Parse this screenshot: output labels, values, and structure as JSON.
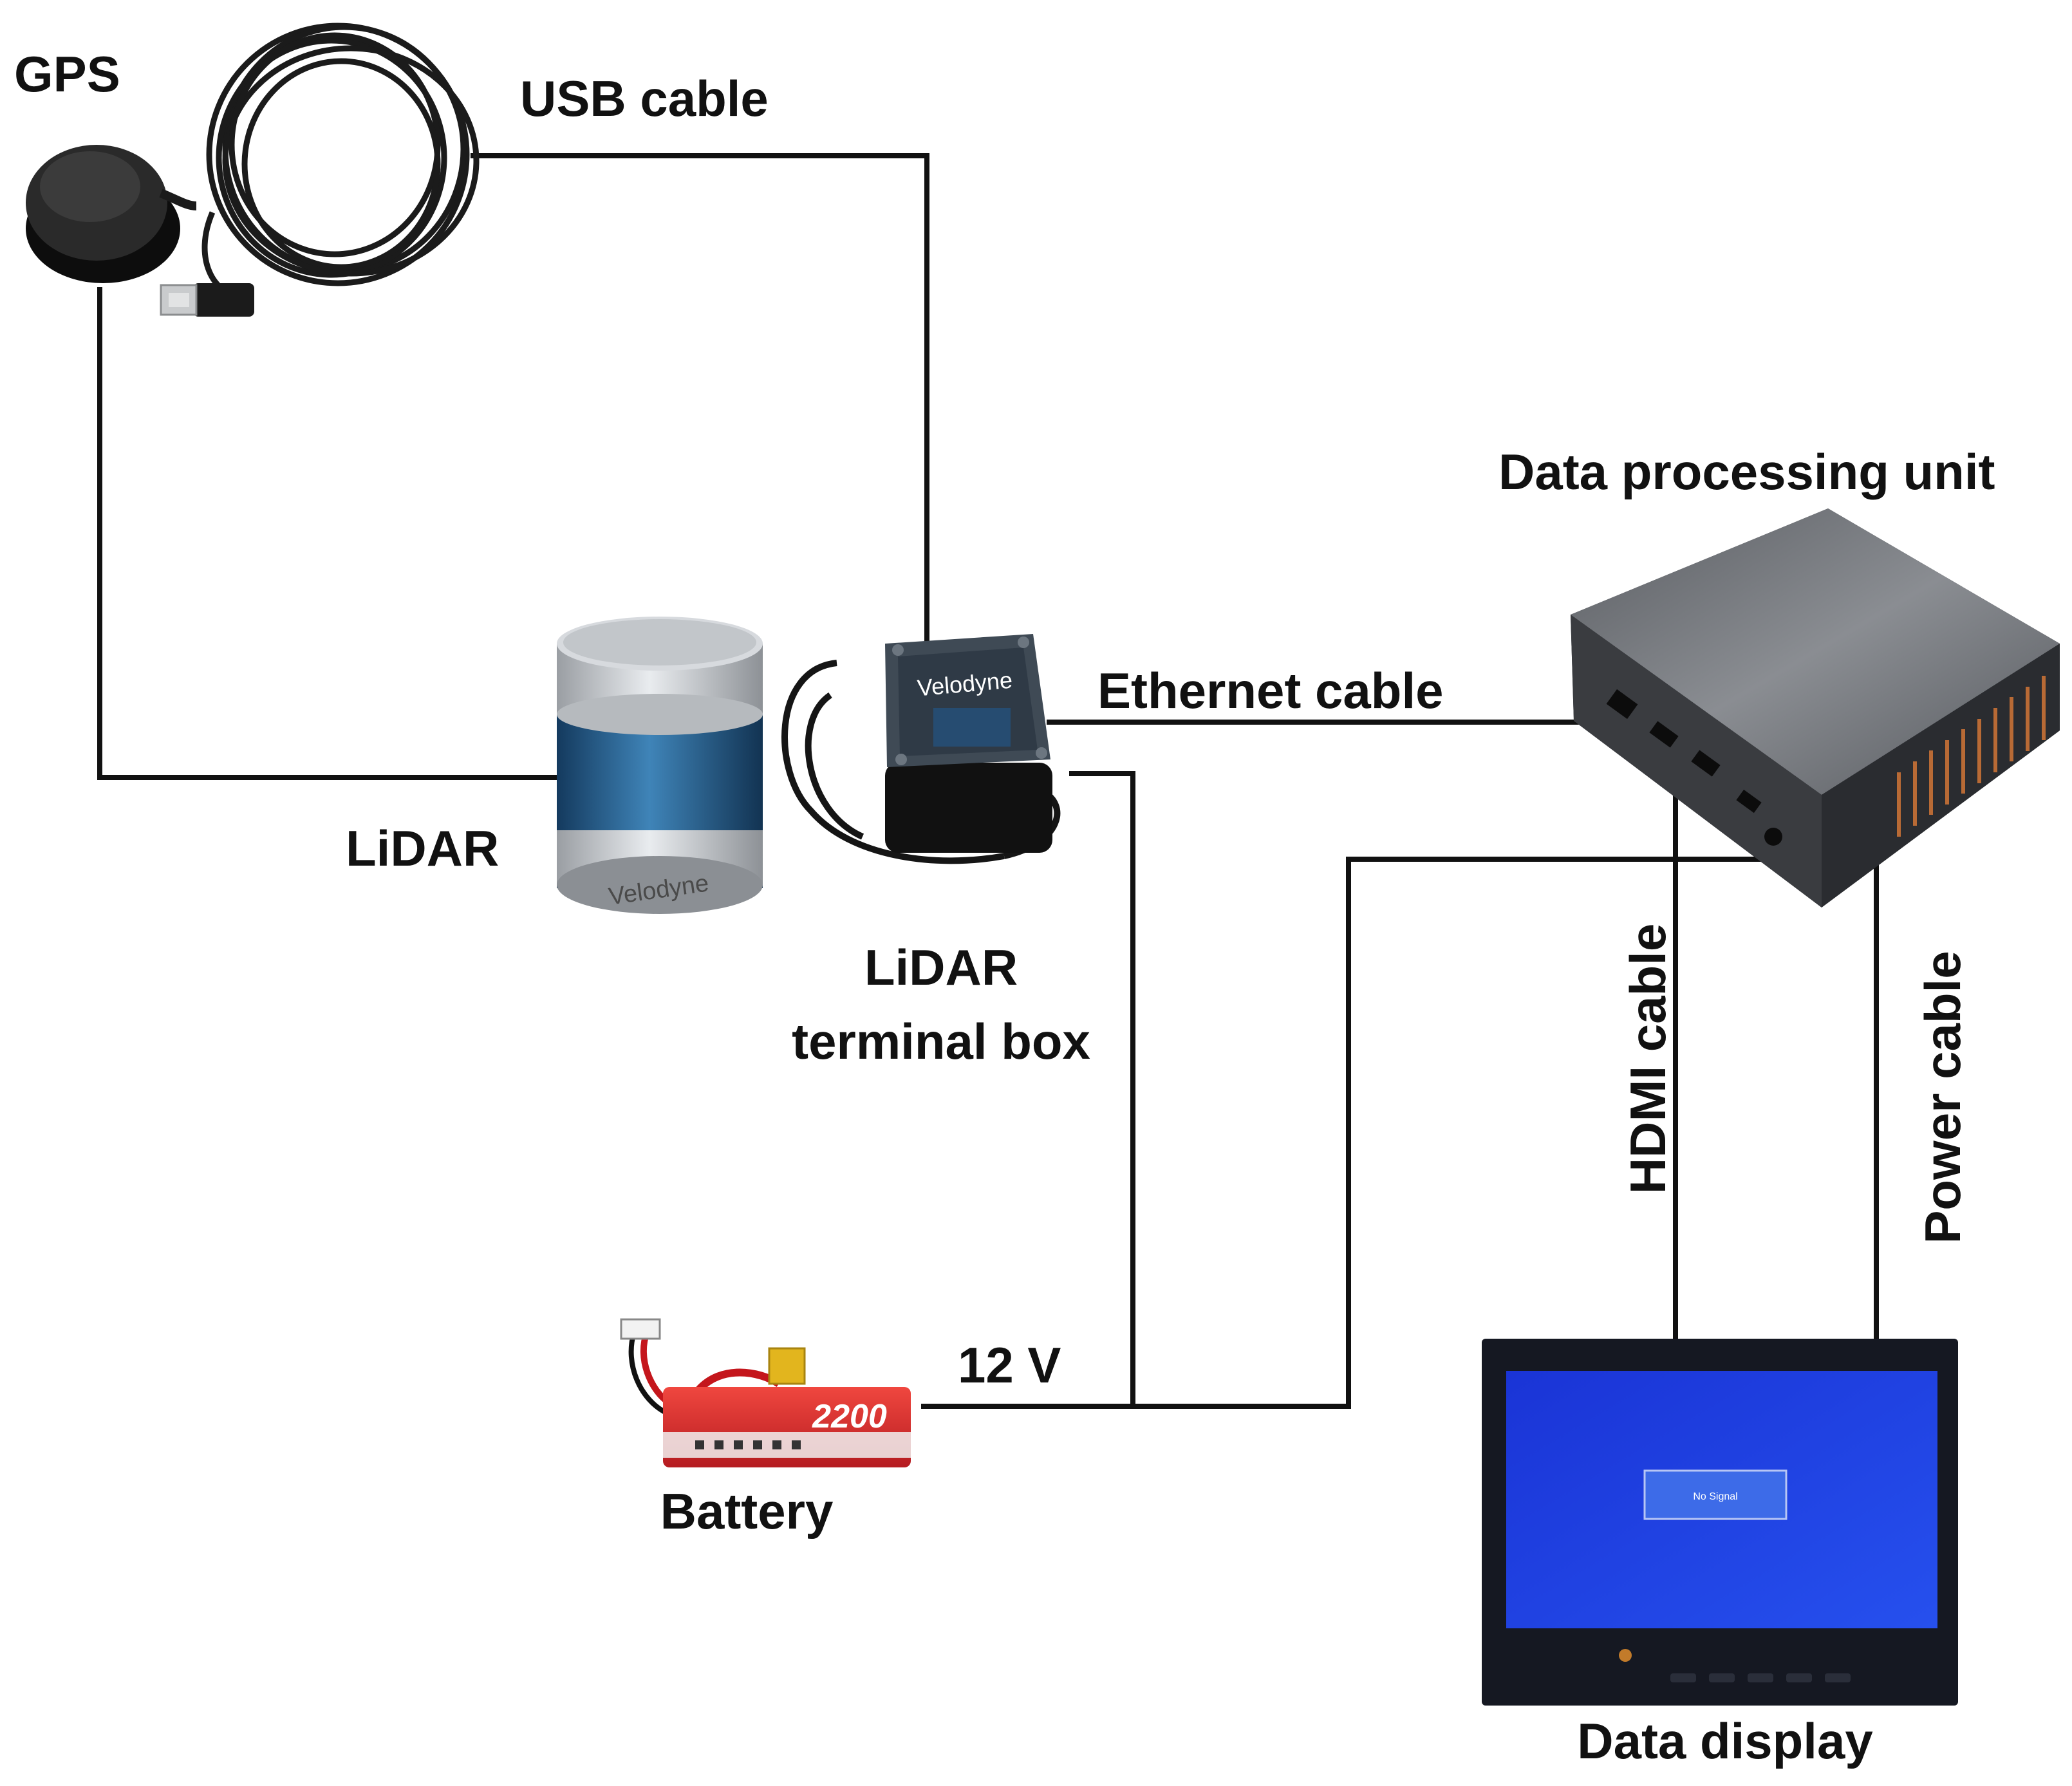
{
  "labels": {
    "gps": "GPS",
    "usb_cable": "USB cable",
    "data_processing_unit": "Data processing unit",
    "ethernet_cable": "Ethernet cable",
    "lidar": "LiDAR",
    "lidar_terminal_box_line1": "LiDAR",
    "lidar_terminal_box_line2": "terminal box",
    "hdmi_cable": "HDMI cable",
    "power_cable": "Power cable",
    "voltage": "12 V",
    "battery": "Battery",
    "data_display": "Data display"
  },
  "device_markings": {
    "lidar_brand": "Velodyne",
    "terminal_box_brand": "Velodyne",
    "battery_capacity": "2200",
    "display_message": "No Signal"
  },
  "colors": {
    "wire": "#111111",
    "lidar_body": "#2f6e9e",
    "display_screen": "#1e3de0",
    "battery_body": "#d8262a"
  }
}
